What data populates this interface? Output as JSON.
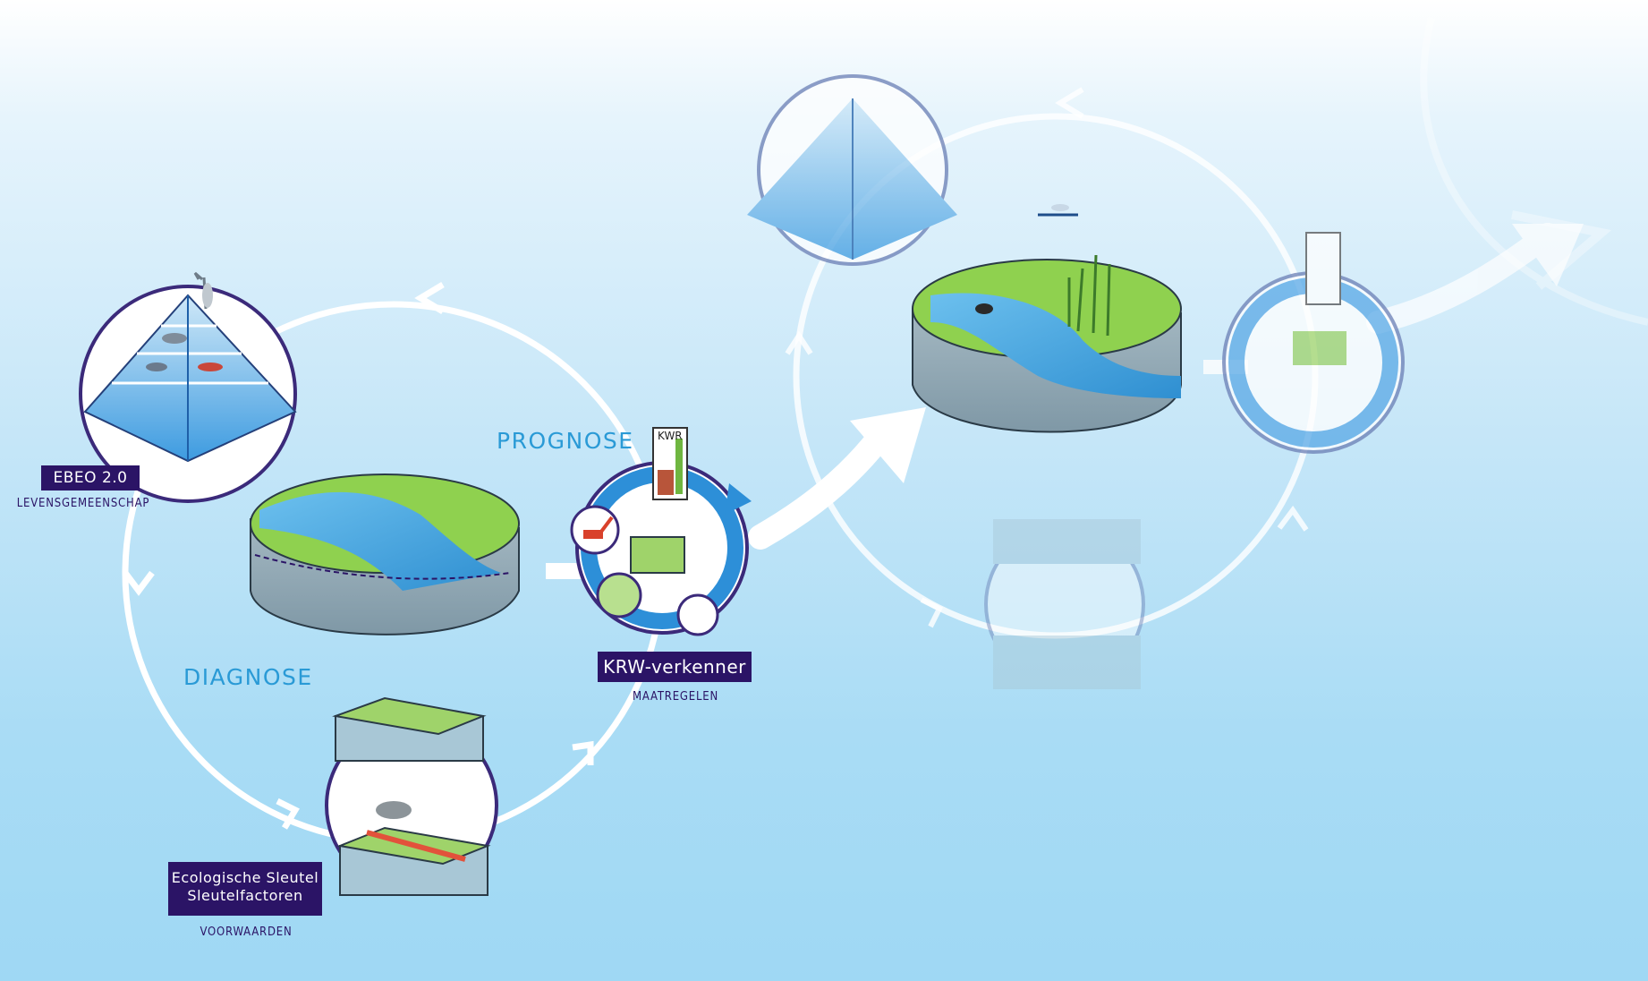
{
  "labels": {
    "ebeo": {
      "title": "EBEO 2.0",
      "subtitle": "LEVENSGEMEENSCHAP"
    },
    "krw": {
      "title": "KRW-verkenner",
      "subtitle": "MAATREGELEN"
    },
    "sleutel": {
      "title_line1": "Ecologische Sleutel",
      "title_line2": "Sleutelfactoren",
      "subtitle": "VOORWAARDEN"
    },
    "prognose": "PROGNOSE",
    "diagnose": "DIAGNOSE",
    "kwr_badge": "KWR"
  },
  "colors": {
    "navy": "#2b1466",
    "accent_blue": "#2a9ad6",
    "arrow_blue": "#2d8fd8",
    "water": "#5fb3e6",
    "grass": "#8fd14f",
    "soil": "#8fa9b5",
    "pipe_red": "#e2523b"
  },
  "icons": [
    "heron-icon",
    "fish-icon",
    "dragonfly-icon",
    "duck-icon",
    "excavator-icon",
    "thermometer-icon",
    "rain-cloud-icon"
  ]
}
